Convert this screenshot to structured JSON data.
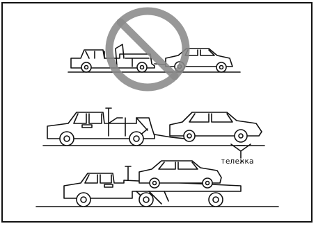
{
  "diagram": {
    "scenes": [
      {
        "id": "prohibited-tow",
        "prohibited": true
      },
      {
        "id": "dolly-tow",
        "prohibited": false
      },
      {
        "id": "flatbed-tow",
        "prohibited": false
      }
    ],
    "dolly_label": "тележка",
    "colors": {
      "line": "#111111",
      "prohibition": "#8a8a8a",
      "background": "#ffffff"
    },
    "icons": [
      "prohibition-icon"
    ]
  }
}
